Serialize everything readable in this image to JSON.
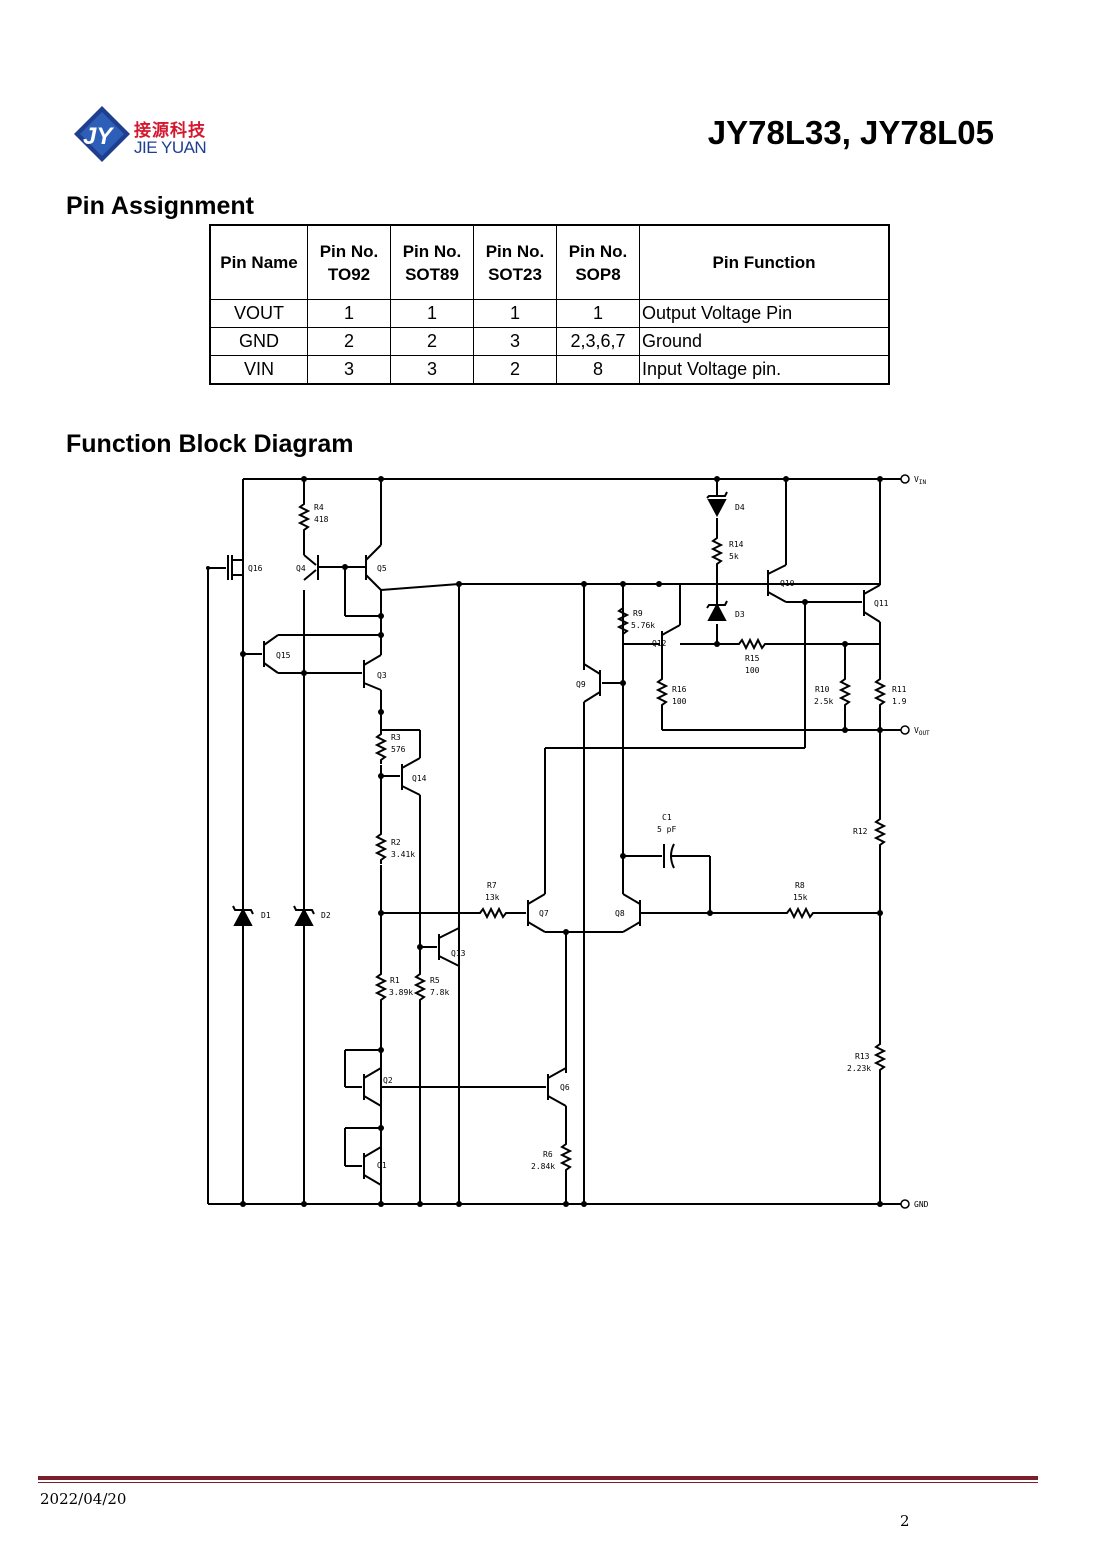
{
  "header": {
    "logo_cn": "接源科技",
    "logo_en": "JIE YUAN",
    "title": "JY78L33, JY78L05"
  },
  "pin_section_title": "Pin Assignment",
  "pin_table": {
    "headers": [
      "Pin Name",
      "Pin No.\nTO92",
      "Pin No.\nSOT89",
      "Pin No.\nSOT23",
      "Pin No.\nSOP8",
      "Pin Function"
    ],
    "rows": [
      [
        "VOUT",
        "1",
        "1",
        "1",
        "1",
        "Output Voltage Pin"
      ],
      [
        "GND",
        "2",
        "2",
        "3",
        "2,3,6,7",
        "Ground"
      ],
      [
        "VIN",
        "3",
        "3",
        "2",
        "8",
        "Input Voltage pin."
      ]
    ]
  },
  "diagram_section_title": "Function Block Diagram",
  "diagram": {
    "terminals": {
      "vin": "V",
      "vin_sub": "IN",
      "vout": "V",
      "vout_sub": "OUT",
      "gnd": "GND"
    },
    "transistors": [
      "Q16",
      "Q4",
      "Q5",
      "Q15",
      "Q3",
      "Q14",
      "Q13",
      "Q2",
      "Q1",
      "Q7",
      "Q8",
      "Q6",
      "Q9",
      "Q12",
      "Q10",
      "Q11"
    ],
    "resistors": [
      {
        "name": "R4",
        "value": "418"
      },
      {
        "name": "R3",
        "value": "576"
      },
      {
        "name": "R2",
        "value": "3.41k"
      },
      {
        "name": "R7",
        "value": "13k"
      },
      {
        "name": "R1",
        "value": "3.89k"
      },
      {
        "name": "R5",
        "value": "7.8k"
      },
      {
        "name": "R6",
        "value": "2.84k"
      },
      {
        "name": "R9",
        "value": "5.76k"
      },
      {
        "name": "R14",
        "value": "5k"
      },
      {
        "name": "R15",
        "value": "100"
      },
      {
        "name": "R16",
        "value": "100"
      },
      {
        "name": "R10",
        "value": "2.5k"
      },
      {
        "name": "R11",
        "value": "1.9"
      },
      {
        "name": "R12",
        "value": ""
      },
      {
        "name": "R8",
        "value": "15k"
      },
      {
        "name": "R13",
        "value": "2.23k"
      }
    ],
    "diodes": [
      "D1",
      "D2",
      "D4",
      "D3"
    ],
    "capacitor": {
      "name": "C1",
      "value": "5 pF"
    }
  },
  "footer": {
    "date": "2022/04/20",
    "page": "2",
    "rule_color": "#7a1f2b"
  }
}
